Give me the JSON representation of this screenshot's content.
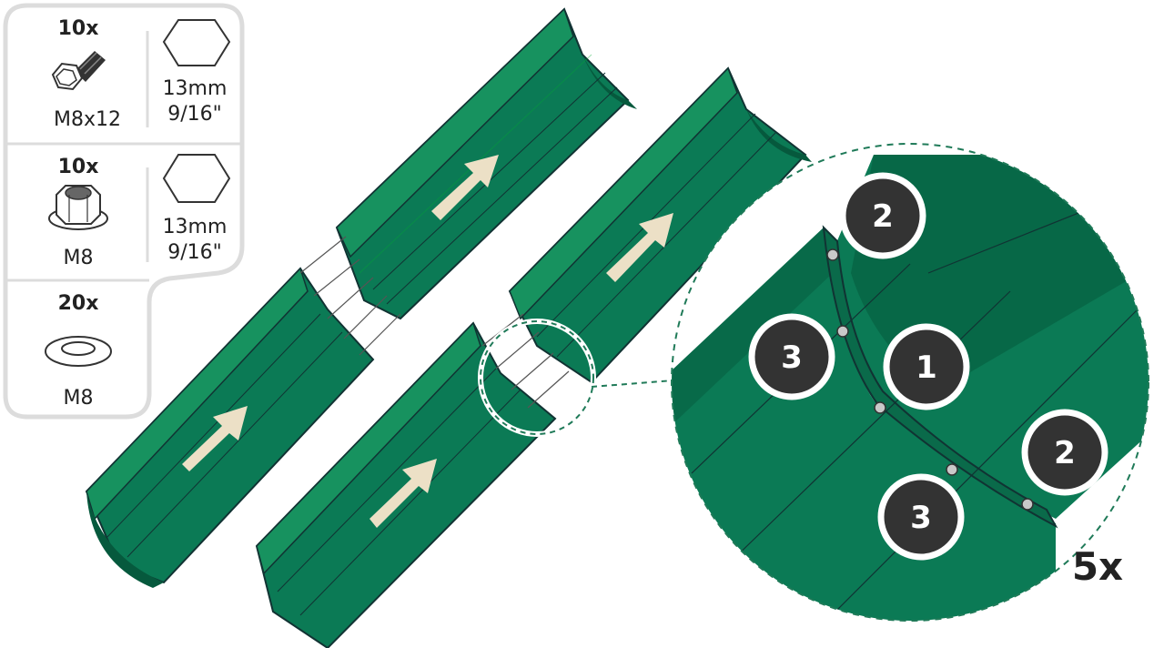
{
  "parts": [
    {
      "count": "10x",
      "name": "M8x12",
      "icon": "bolt-icon",
      "tool": {
        "icon": "hex-wrench-icon",
        "metric": "13mm",
        "imperial": "9/16\""
      }
    },
    {
      "count": "10x",
      "name": "M8",
      "icon": "flange-nut-icon",
      "tool": {
        "icon": "hex-wrench-icon",
        "metric": "13mm",
        "imperial": "9/16\""
      }
    },
    {
      "count": "20x",
      "name": "M8",
      "icon": "washer-icon"
    }
  ],
  "callouts": [
    "2",
    "3",
    "1",
    "2",
    "3"
  ],
  "repeat": "5x",
  "colors": {
    "panel": "#0b7a55",
    "panel_dark": "#06593d",
    "panel_light": "#17925f",
    "arrow": "#ece0c6",
    "badge": "#333333",
    "dash": "#1f7a58"
  }
}
